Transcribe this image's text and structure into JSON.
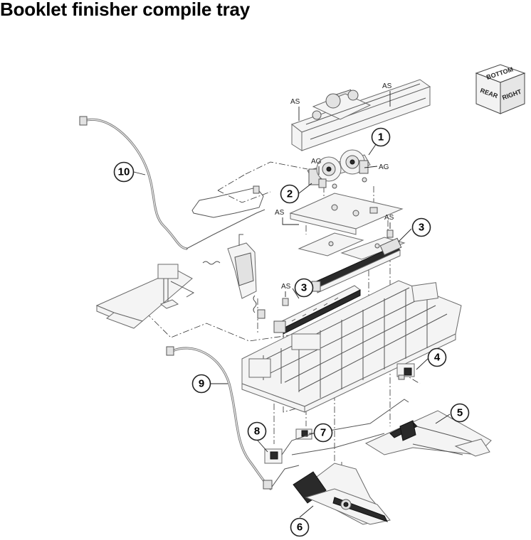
{
  "title": "Booklet finisher compile tray",
  "orientation_cube": {
    "top": "BOTTOM",
    "left": "REAR",
    "right": "RIGHT"
  },
  "tags": {
    "as": "AS",
    "ag": "AG"
  },
  "callouts": [
    "1",
    "2",
    "3",
    "3",
    "4",
    "5",
    "6",
    "7",
    "8",
    "9",
    "10"
  ]
}
